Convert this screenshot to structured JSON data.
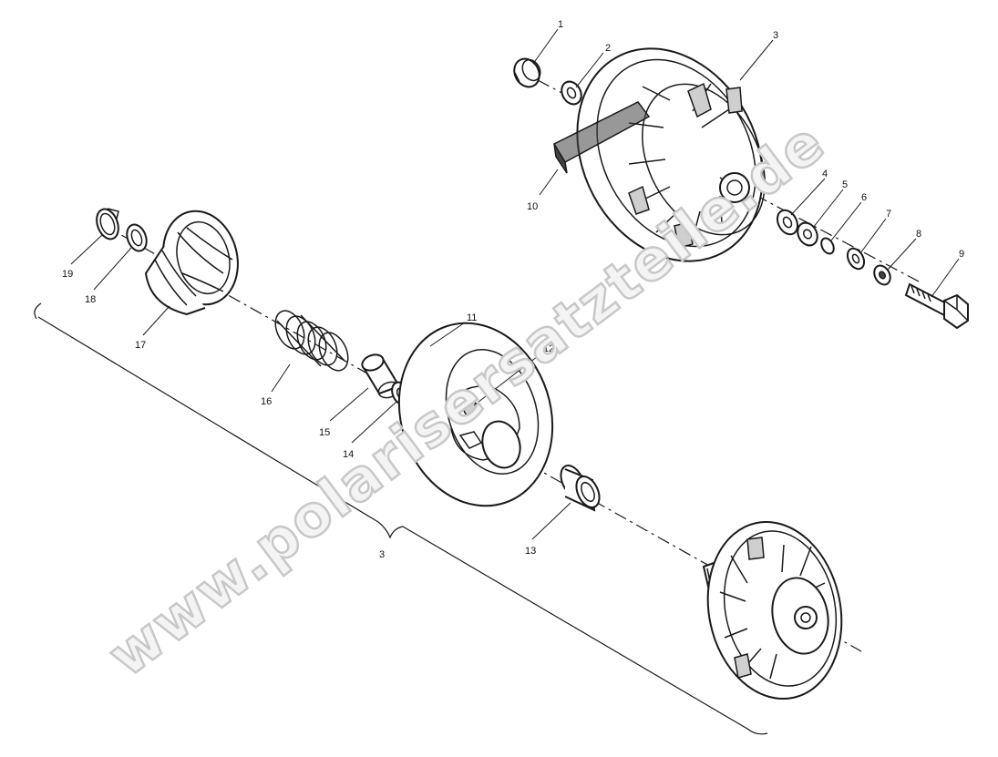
{
  "callouts": [
    {
      "id": "c1",
      "label": "1"
    },
    {
      "id": "c2",
      "label": "2"
    },
    {
      "id": "c3",
      "label": "3"
    },
    {
      "id": "c4",
      "label": "4"
    },
    {
      "id": "c5",
      "label": "5"
    },
    {
      "id": "c6",
      "label": "6"
    },
    {
      "id": "c7",
      "label": "7"
    },
    {
      "id": "c8",
      "label": "8"
    },
    {
      "id": "c9",
      "label": "9"
    },
    {
      "id": "c10",
      "label": "10"
    },
    {
      "id": "c11",
      "label": "11"
    },
    {
      "id": "c12",
      "label": "12"
    },
    {
      "id": "c13",
      "label": "13"
    },
    {
      "id": "c14",
      "label": "14"
    },
    {
      "id": "c15",
      "label": "15"
    },
    {
      "id": "c16",
      "label": "16"
    },
    {
      "id": "c17",
      "label": "17"
    },
    {
      "id": "c18",
      "label": "18"
    },
    {
      "id": "c19",
      "label": "19"
    }
  ],
  "assembly_bracket_label": "3",
  "watermark": "www.polarisersatzteile.de"
}
